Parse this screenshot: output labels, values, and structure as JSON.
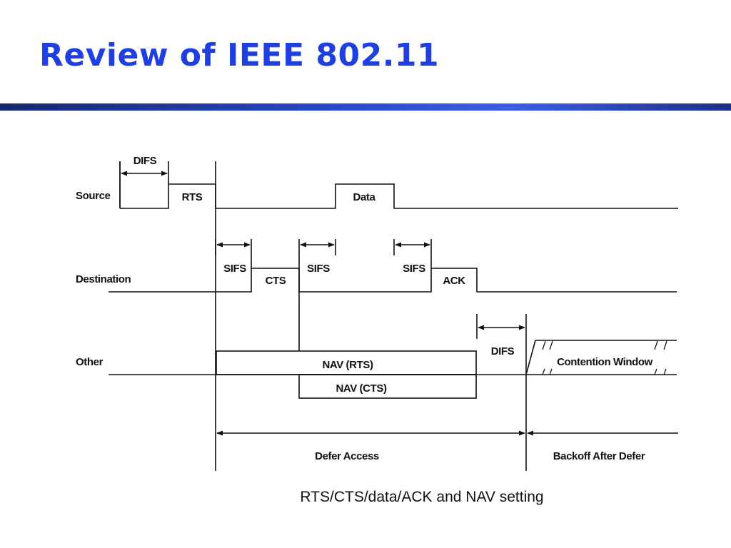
{
  "slide": {
    "title": "Review of IEEE 802.11"
  },
  "diagram": {
    "rows": {
      "source": "Source",
      "destination": "Destination",
      "other": "Other"
    },
    "frames": {
      "rts": "RTS",
      "data": "Data",
      "cts": "CTS",
      "ack": "ACK",
      "nav_rts": "NAV (RTS)",
      "nav_cts": "NAV (CTS)",
      "contention_window": "Contention Window"
    },
    "intervals": {
      "difs_top": "DIFS",
      "sifs_1": "SIFS",
      "sifs_2": "SIFS",
      "sifs_3": "SIFS",
      "difs_right": "DIFS"
    },
    "spans": {
      "defer_access": "Defer Access",
      "backoff_after_defer": "Backoff After Defer"
    },
    "caption": "RTS/CTS/data/ACK and NAV setting"
  }
}
